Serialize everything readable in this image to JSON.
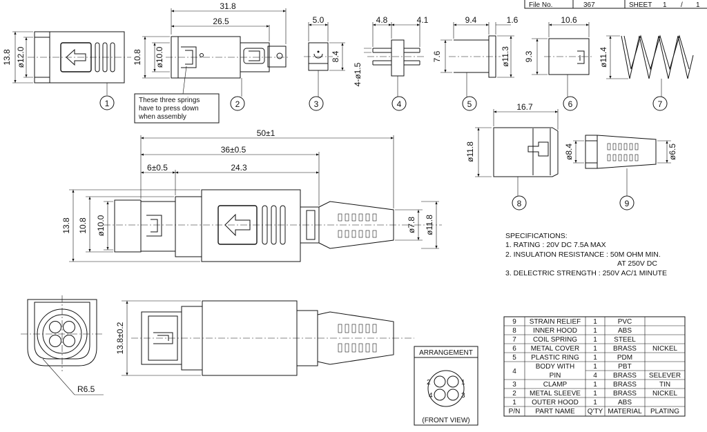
{
  "title_block": {
    "file_label": "File No.",
    "file_value": "367",
    "sheet_label": "SHEET",
    "sheet_value": "1",
    "sheet_sep": "/",
    "sheet_total": "1"
  },
  "parts_views": {
    "p1": {
      "dim_h": "13.8",
      "dim_d": "ø12.0",
      "num": "1"
    },
    "p2": {
      "dim_total": "31.8",
      "dim_inner": "26.5",
      "dim_h": "10.8",
      "dim_d": "ø10.0",
      "num": "2",
      "note": [
        "These three springs",
        "have to press down",
        "when assembly"
      ]
    },
    "p3": {
      "dim_w": "5.0",
      "dim_h": "8.4",
      "num": "3"
    },
    "p4": {
      "dim_a": "4.8",
      "dim_b": "4.1",
      "dim_pin": "4-ø1.5",
      "num": "4"
    },
    "p5": {
      "dim_w": "9.4",
      "dim_t": "1.6",
      "dim_h": "7.6",
      "dim_d": "ø11.3",
      "num": "5"
    },
    "p6": {
      "dim_w": "10.6",
      "dim_h": "9.3",
      "num": "6"
    },
    "p7": {
      "dim_d": "ø11.4",
      "num": "7"
    },
    "p8": {
      "dim_w": "16.7",
      "dim_d": "ø11.8",
      "num": "8"
    },
    "p9": {
      "dim_d1": "ø8.4",
      "dim_d2": "ø6.5",
      "num": "9"
    }
  },
  "assembly": {
    "dim_total": "50±1",
    "dim_mid": "36±0.5",
    "dim_tip": "6±0.5",
    "dim_body": "24.3",
    "dim_h": "13.8",
    "dim_in_h": "10.8",
    "dim_in_d": "ø10.0",
    "dim_tail": "ø7.8",
    "dim_tail2": "ø11.8"
  },
  "bottom_views": {
    "radius": "R6.5",
    "height": "13.8±0.2"
  },
  "specifications": {
    "title": "SPECIFICATIONS:",
    "lines": [
      "1. RATING : 20V DC 7.5A MAX",
      "2. INSULATION RESISTANCE : 50M OHM MIN.",
      "AT 250V DC",
      "3. DELECTRIC STRENGTH : 250V AC/1 MINUTE"
    ]
  },
  "arrangement": {
    "title": "ARRANGEMENT",
    "pins": [
      "1",
      "2",
      "3",
      "4"
    ],
    "caption": "(FRONT VIEW)"
  },
  "bom": {
    "header": [
      "P/N",
      "PART NAME",
      "Q'TY",
      "MATERIAL",
      "PLATING"
    ],
    "rows": [
      {
        "pn": "9",
        "name": "STRAIN RELIEF",
        "qty": "1",
        "material": "PVC",
        "plating": ""
      },
      {
        "pn": "8",
        "name": "INNER HOOD",
        "qty": "1",
        "material": "ABS",
        "plating": ""
      },
      {
        "pn": "7",
        "name": "COIL SPRING",
        "qty": "1",
        "material": "STEEL",
        "plating": ""
      },
      {
        "pn": "6",
        "name": "METAL COVER",
        "qty": "1",
        "material": "BRASS",
        "plating": "NICKEL"
      },
      {
        "pn": "5",
        "name": "PLASTIC RING",
        "qty": "1",
        "material": "PDM",
        "plating": ""
      },
      {
        "pn": "4",
        "name": "BODY WITH",
        "name2": "PIN",
        "qty": "1",
        "qty2": "4",
        "material": "PBT",
        "material2": "BRASS",
        "plating": "",
        "plating2": "SELEVER"
      },
      {
        "pn": "3",
        "name": "CLAMP",
        "qty": "1",
        "material": "BRASS",
        "plating": "TIN"
      },
      {
        "pn": "2",
        "name": "METAL SLEEVE",
        "qty": "1",
        "material": "BRASS",
        "plating": "NICKEL"
      },
      {
        "pn": "1",
        "name": "OUTER HOOD",
        "qty": "1",
        "material": "ABS",
        "plating": ""
      }
    ]
  }
}
